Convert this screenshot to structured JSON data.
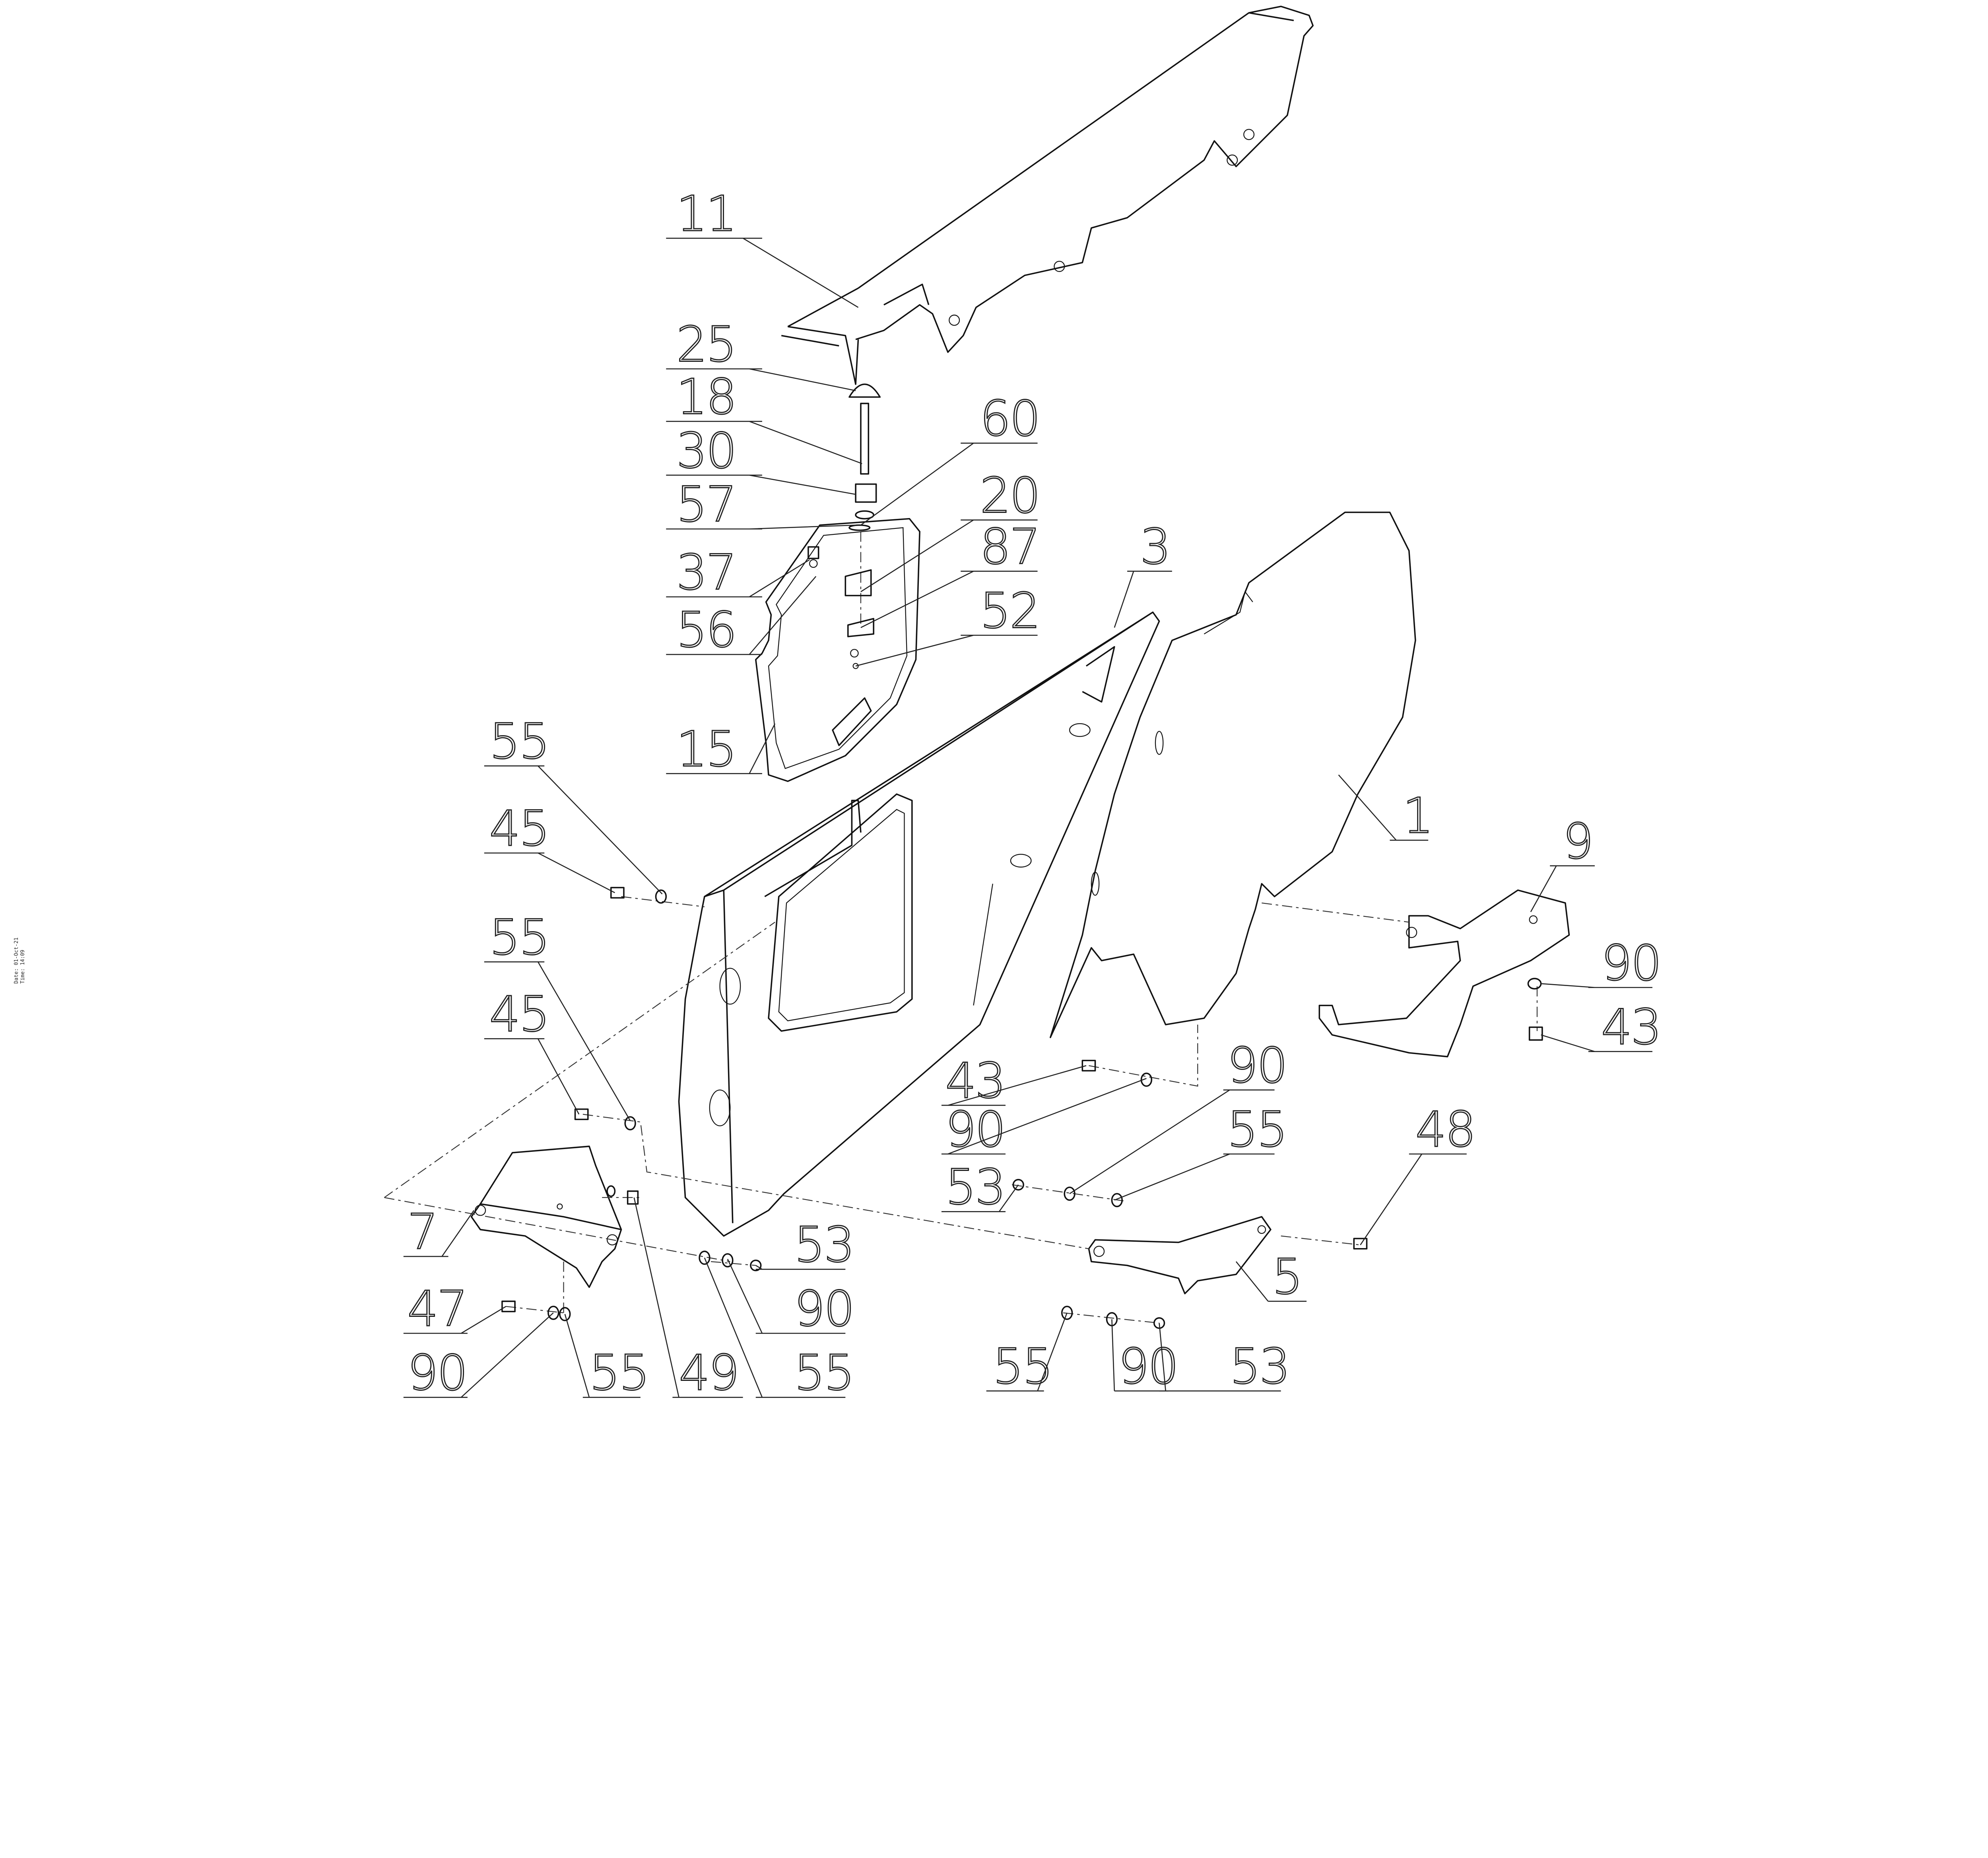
{
  "stamp": {
    "date": "Date: 01-Oct-21",
    "time": "Time: 14:09"
  },
  "callouts": [
    {
      "text": "11"
    },
    {
      "text": "25"
    },
    {
      "text": "18"
    },
    {
      "text": "30"
    },
    {
      "text": "57"
    },
    {
      "text": "60"
    },
    {
      "text": "37"
    },
    {
      "text": "20"
    },
    {
      "text": "87"
    },
    {
      "text": "56"
    },
    {
      "text": "52"
    },
    {
      "text": "3"
    },
    {
      "text": "15"
    },
    {
      "text": "1"
    },
    {
      "text": "9"
    },
    {
      "text": "90"
    },
    {
      "text": "43"
    },
    {
      "text": "55"
    },
    {
      "text": "45"
    },
    {
      "text": "55"
    },
    {
      "text": "45"
    },
    {
      "text": "43"
    },
    {
      "text": "90"
    },
    {
      "text": "90"
    },
    {
      "text": "55"
    },
    {
      "text": "53"
    },
    {
      "text": "48"
    },
    {
      "text": "7"
    },
    {
      "text": "5"
    },
    {
      "text": "53"
    },
    {
      "text": "90"
    },
    {
      "text": "55"
    },
    {
      "text": "49"
    },
    {
      "text": "55"
    },
    {
      "text": "90"
    },
    {
      "text": "47"
    },
    {
      "text": "55"
    },
    {
      "text": "90"
    },
    {
      "text": "53"
    }
  ]
}
